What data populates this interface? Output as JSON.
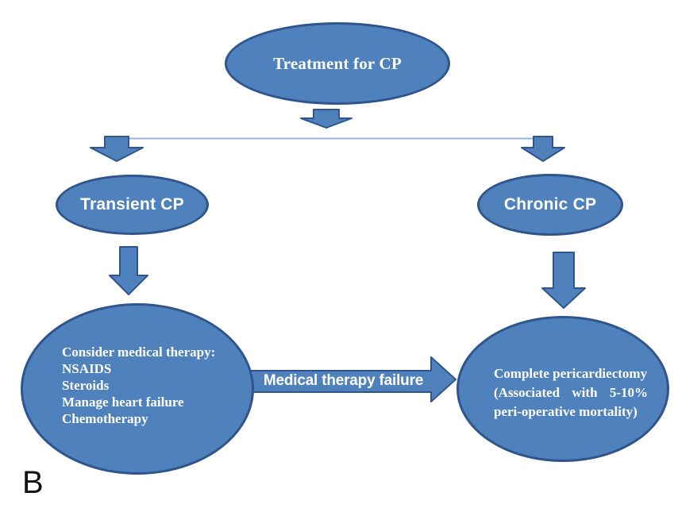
{
  "figure_label": "B",
  "colors": {
    "shape_fill": "#4f81bd",
    "shape_border": "#30548c",
    "connector_line": "#95b3d7",
    "label_text": "#ffffff",
    "figure_label_color": "#111111"
  },
  "nodes": {
    "treatment": {
      "label": "Treatment for CP"
    },
    "transient": {
      "label": "Transient CP"
    },
    "chronic": {
      "label": "Chronic CP"
    },
    "medical_therapy": {
      "lines": [
        "Consider medical therapy:",
        "NSAIDS",
        "Steroids",
        "Manage heart failure",
        "Chemotherapy"
      ]
    },
    "pericardiectomy": {
      "lines": [
        "Complete pericardiectomy",
        "(Associated with 5-10%",
        "peri-operative mortality)"
      ]
    }
  },
  "connectors": {
    "failure_label": "Medical therapy failure"
  }
}
